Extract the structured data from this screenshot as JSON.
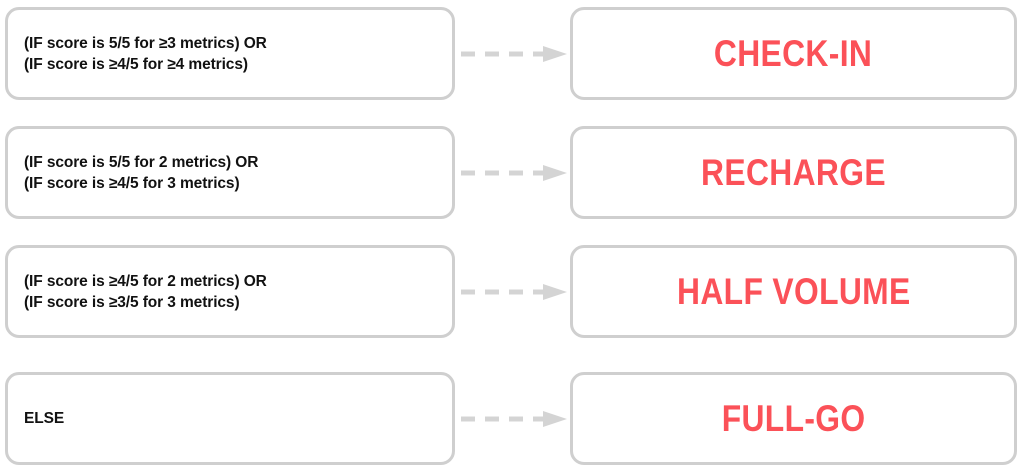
{
  "colors": {
    "background": "#ffffff",
    "box_border": "#cfcfcf",
    "condition_text": "#111111",
    "outcome_text": "#fb5158",
    "connector": "#d4d4d4"
  },
  "rules": [
    {
      "condition": "(IF score is 5/5 for ≥3 metrics) OR\n(IF score is ≥4/5 for ≥4 metrics)",
      "outcome": "CHECK-IN",
      "connector_icon": "dashed-arrow-right-icon"
    },
    {
      "condition": "(IF score is 5/5 for 2 metrics) OR\n(IF score is ≥4/5 for 3 metrics)",
      "outcome": "RECHARGE",
      "connector_icon": "dashed-arrow-right-icon"
    },
    {
      "condition": "(IF score is ≥4/5 for 2 metrics) OR\n(IF score is ≥3/5 for 3 metrics)",
      "outcome": "HALF VOLUME",
      "connector_icon": "dashed-arrow-right-icon"
    },
    {
      "condition": "ELSE",
      "outcome": "FULL-GO",
      "connector_icon": "dashed-arrow-right-icon"
    }
  ]
}
